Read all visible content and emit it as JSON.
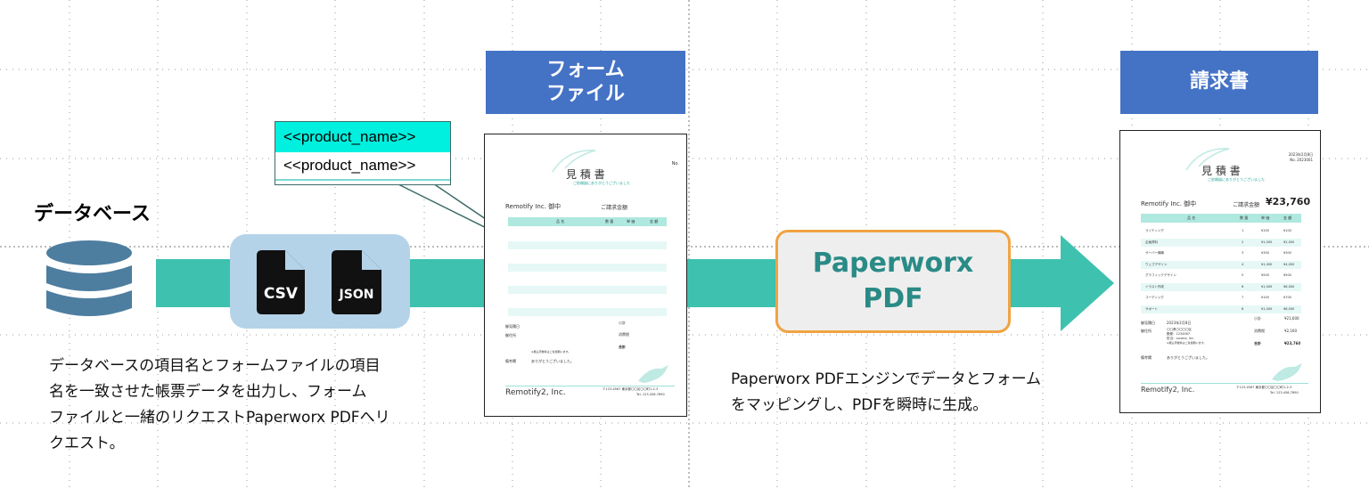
{
  "database": {
    "title": "データベース",
    "caption": [
      "データベースの項目名とフォームファイルの項目",
      "名を一致させた帳票データを出力し、フォーム",
      "ファイルと一緒のリクエストPaperworx PDFへリ",
      "クエスト。"
    ]
  },
  "files": {
    "csv_label": "CSV",
    "json_label": "JSON"
  },
  "callout": {
    "row1": "<<product_name>>",
    "row2": "<<product_name>>"
  },
  "form_file": {
    "label": "フォーム\nファイル",
    "doc": {
      "title": "見 積 書",
      "subtitle": "ご依頼誠にありがとうございました",
      "no": "No.",
      "client": "Remotify Inc. 御中",
      "amount_label": "ご請求金額",
      "headers": [
        "品 名",
        "数 量",
        "単 価",
        "金 額"
      ],
      "subtotal": "小計",
      "tax": "消費税",
      "total": "合計",
      "issue_date_label": "御見積日",
      "address_label": "御住所",
      "note": "※振込手数料はご負担願います。",
      "remarks_label": "備考欄",
      "remarks": "ありがとうございました。",
      "company": "Remotify2, Inc.",
      "company_address": "〒123-4567 東京都〇〇区〇〇町1-2-3",
      "company_tel": "Tel. 123-456-7890"
    }
  },
  "engine": {
    "line1": "Paperworx",
    "line2": "PDF"
  },
  "engine_caption": [
    "Paperworx PDFエンジンでデータとフォーム",
    "をマッピングし、PDFを瞬時に生成。"
  ],
  "invoice": {
    "label": "請求書",
    "doc": {
      "date": "2023年2月8日",
      "no": "No. 2023001",
      "title": "見 積 書",
      "subtitle": "ご依頼誠にありがとうございました",
      "client": "Remotify Inc. 御中",
      "amount_label": "ご請求金額",
      "amount": "¥23,760",
      "headers": [
        "品 名",
        "数 量",
        "単 価",
        "金 額"
      ],
      "rows": [
        [
          "ライティング",
          "1",
          "¥100",
          "¥100"
        ],
        [
          "企画資料",
          "2",
          "¥1,000",
          "¥2,000"
        ],
        [
          "サーバー構築",
          "3",
          "¥300",
          "¥300"
        ],
        [
          "ウェブデザイン",
          "4",
          "¥1,000",
          "¥4,000"
        ],
        [
          "グラフィックデザイン",
          "5",
          "¥500",
          "¥500"
        ],
        [
          "イラスト作成",
          "6",
          "¥1,000",
          "¥6,000"
        ],
        [
          "コーディング",
          "7",
          "¥100",
          "¥700"
        ],
        [
          "サポート",
          "8",
          "¥1,000",
          "¥8,000"
        ]
      ],
      "subtotal_label": "小計",
      "subtotal": "¥21,600",
      "tax_label": "消費税",
      "tax": "¥2,160",
      "total_label": "合計",
      "total": "¥23,760",
      "issue_date_label": "御見積日",
      "issue_date": "2023年2月8日",
      "address_label": "御住所",
      "address": "〇〇県〇〇〇〇区",
      "postal": "郵便：1234567",
      "contact": "担当：Lorana, Inc.",
      "note": "※振込手数料はご負担願います。",
      "remarks_label": "備考欄",
      "remarks": "ありがとうございました。",
      "company": "Remotify2, Inc.",
      "company_address": "〒123-4567 東京都〇〇区〇〇町1-2-3",
      "company_tel": "Tel. 123-456-7890"
    }
  },
  "colors": {
    "teal": "#3fc1b0",
    "label_blue": "#4472c4",
    "file_box": "#b5d3e8",
    "engine_border": "#f0a340",
    "engine_text": "#2a8a85",
    "callout_highlight": "#00f0e0"
  }
}
